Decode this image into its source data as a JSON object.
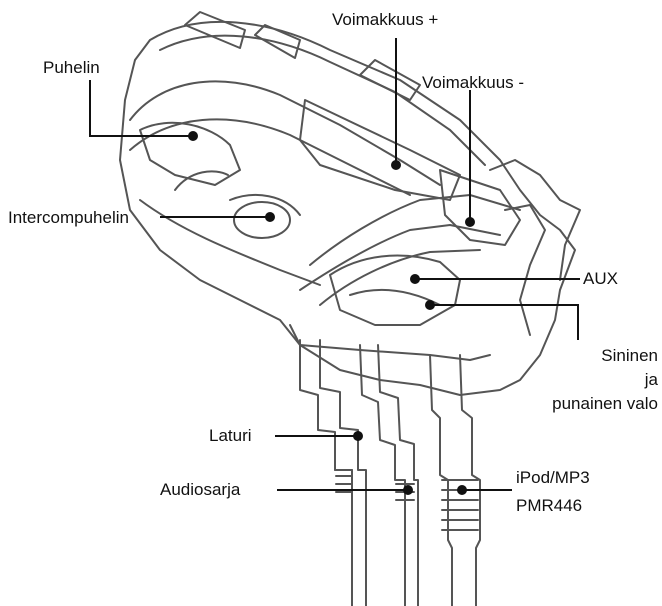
{
  "labels": {
    "volume_up": "Voimakkuus +",
    "volume_down": "Voimakkuus -",
    "phone": "Puhelin",
    "intercom": "Intercompuhelin",
    "aux": "AUX",
    "led_line1": "Sininen",
    "led_line2": "ja",
    "led_line3": "punainen valo",
    "charger": "Laturi",
    "audio_kit": "Audiosarja",
    "ipod_line1": "iPod/MP3",
    "ipod_line2": "PMR446"
  }
}
